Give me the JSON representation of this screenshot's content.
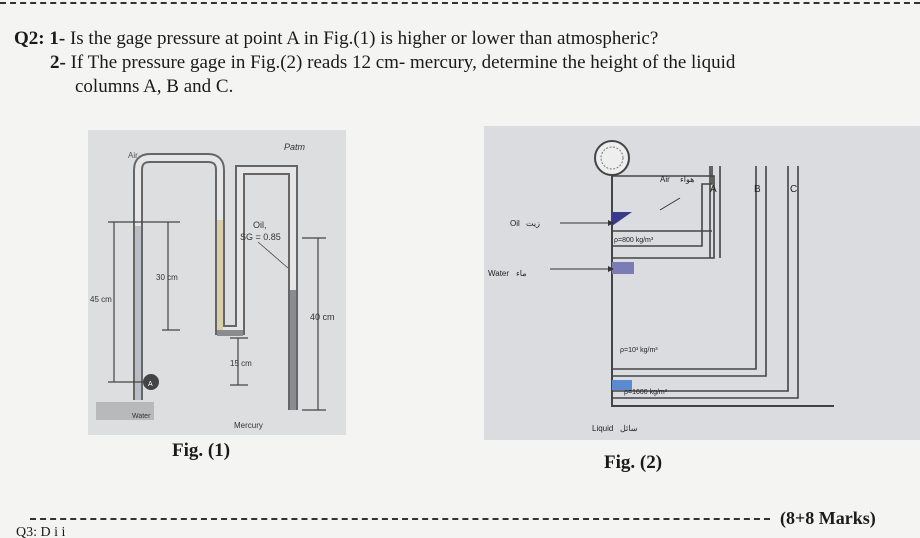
{
  "question": {
    "line1_prefix": "Q2: 1-",
    "line1_text": "Is the gage pressure at point A in Fig.(1) is higher or lower than atmospheric?",
    "line2_prefix": "2-",
    "line2_text": "If The pressure gage in Fig.(2) reads 12 cm- mercury, determine the height of the liquid",
    "line3_text": "columns A, B and C."
  },
  "fig1": {
    "caption": "Fig. (1)",
    "labels": {
      "air": "Air",
      "patm": "Patm",
      "oil": "Oil,",
      "sg": "SG = 0.85",
      "h30": "30 cm",
      "h45": "45 cm",
      "h40": "40 cm",
      "h15": "15 cm",
      "point_a": "A",
      "water": "Water",
      "mercury": "Mercury"
    }
  },
  "fig2": {
    "caption": "Fig. (2)",
    "labels": {
      "air": "Air",
      "air_ar": "هواء",
      "oil": "Oil",
      "oil_ar": "زيت",
      "water": "Water",
      "water_ar": "ماء",
      "rho_oil": "ρ=800  kg/m³",
      "rho_water": "ρ=10³  kg/m³",
      "rho_liquid": "ρ=1600  kg/m³",
      "liquid": "Liquid",
      "liquid_ar": "سائل",
      "col_a": "A",
      "col_b": "B",
      "col_c": "C"
    }
  },
  "marks": "(8+8 Marks)",
  "footer_fragment": "Q3: D i i"
}
